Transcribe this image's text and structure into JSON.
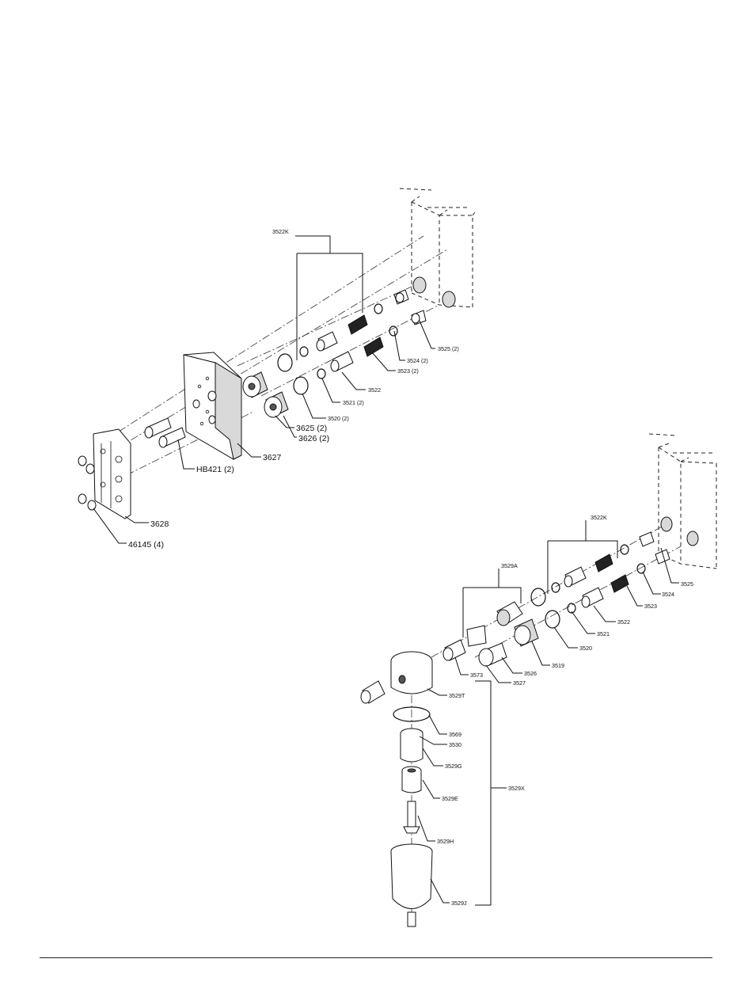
{
  "upper_assembly": {
    "callouts": {
      "kit": "3522K",
      "c3525": "3525 (2)",
      "c3524": "3524 (2)",
      "c3523": "3523 (2)",
      "c3522": "3522",
      "c3521": "3521 (2)",
      "c3520": "3520 (2)",
      "c3625": "3625 (2)",
      "c3626": "3626 (2)",
      "c3627": "3627",
      "hb421": "HB421 (2)",
      "c3628": "3628",
      "c46145": "46145 (4)"
    }
  },
  "lower_assembly": {
    "callouts": {
      "kit": "3522K",
      "c3529A": "3529A",
      "c3525": "3525",
      "c3524": "3524",
      "c3523": "3523",
      "c3522": "3522",
      "c3521": "3521",
      "c3520": "3520",
      "c3519": "3519",
      "c3526": "3526",
      "c3527": "3527",
      "c3573": "3573",
      "c3529T": "3529T",
      "c3569": "3569",
      "c3530": "3530",
      "c3529G": "3529G",
      "c3529X": "3529X",
      "c3529E": "3529E",
      "c3529H": "3529H",
      "c3529J": "3529J"
    }
  }
}
